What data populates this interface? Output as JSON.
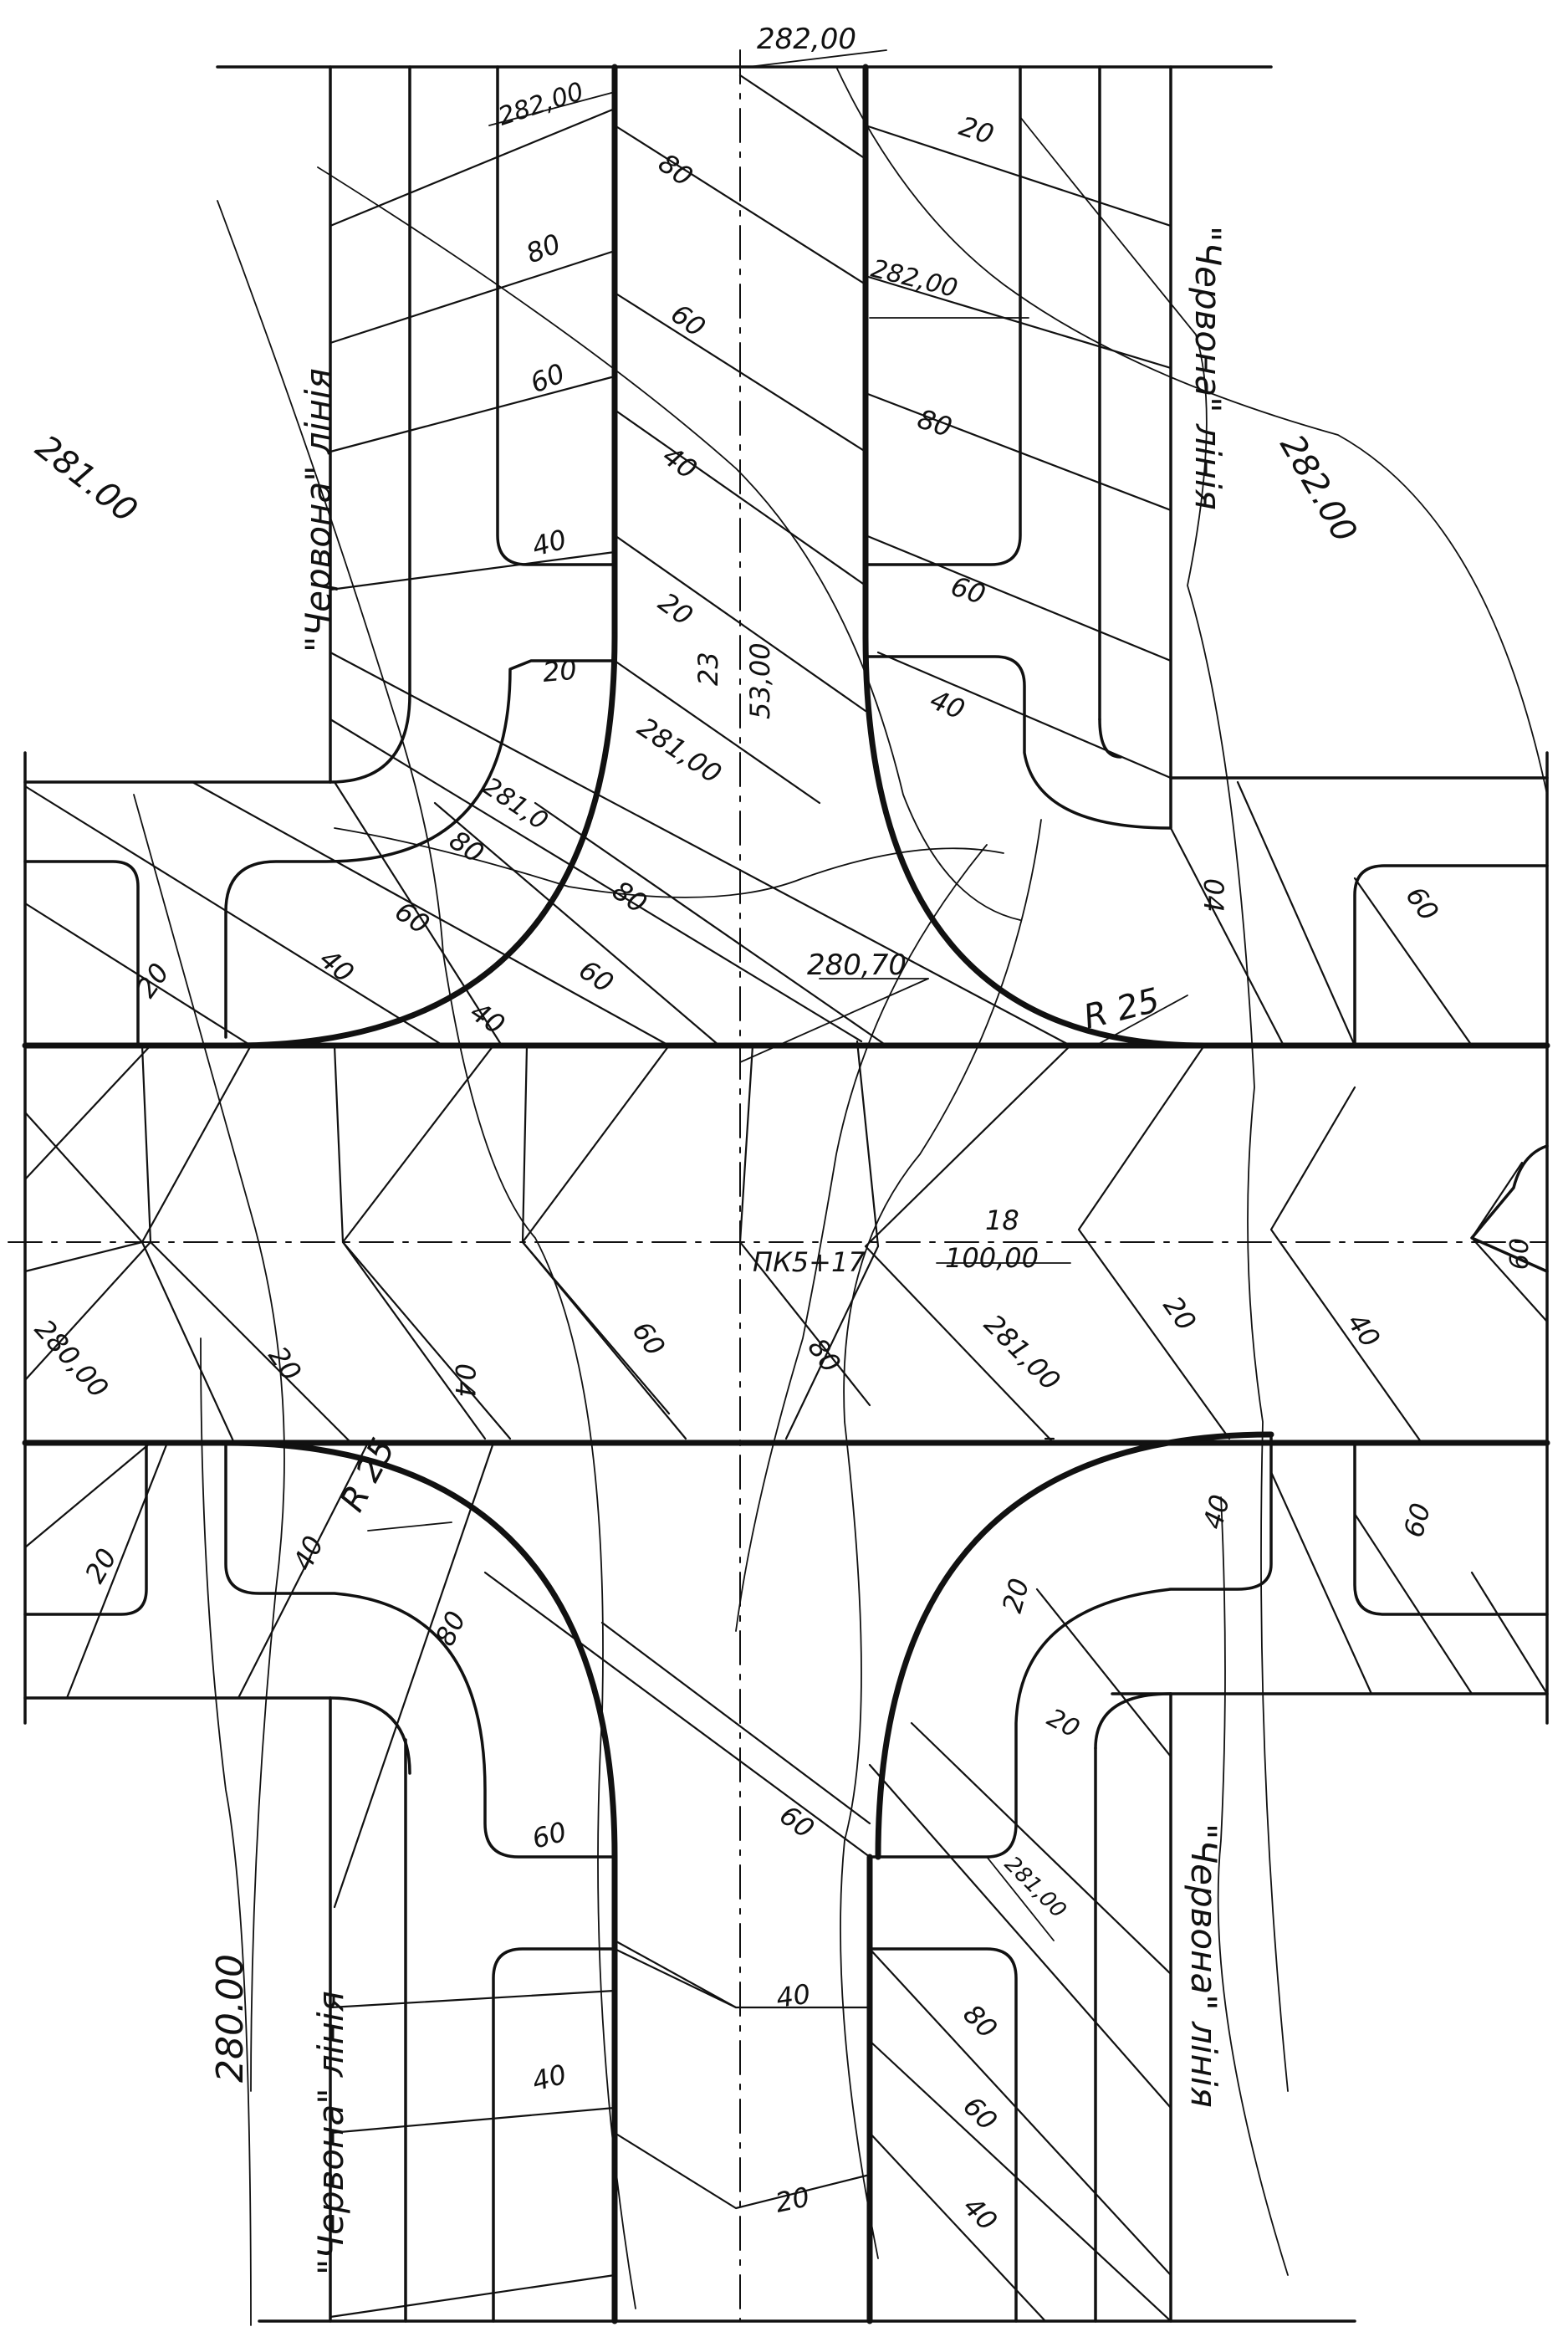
{
  "colors": {
    "ink": "#111111",
    "paper": "#ffffff"
  },
  "elevations": {
    "top_axis": "282,00",
    "top_left": "282,00",
    "top_right_inner": "282,00",
    "right_contour": "282.00",
    "left_contour": "281.00",
    "center_281": "281,00",
    "center_low": "280,70",
    "lower_right": "281,00",
    "lower_right_small": "281,00",
    "left_280": "280,00",
    "bottom_left": "280.00",
    "curb_281": "281,0"
  },
  "stations": {
    "center_num": "23",
    "center_den": "53,00",
    "cross_num": "18",
    "cross_den": "100,00",
    "picket": "ПК5+17"
  },
  "radii": {
    "r_upper": "R 25",
    "r_lower": "R 25"
  },
  "red_line": "\"Червона\" лінія",
  "hatch_labels": {
    "h20": "20",
    "h40": "40",
    "h60": "60",
    "h80": "80",
    "h04": "04",
    "h09": "09"
  }
}
